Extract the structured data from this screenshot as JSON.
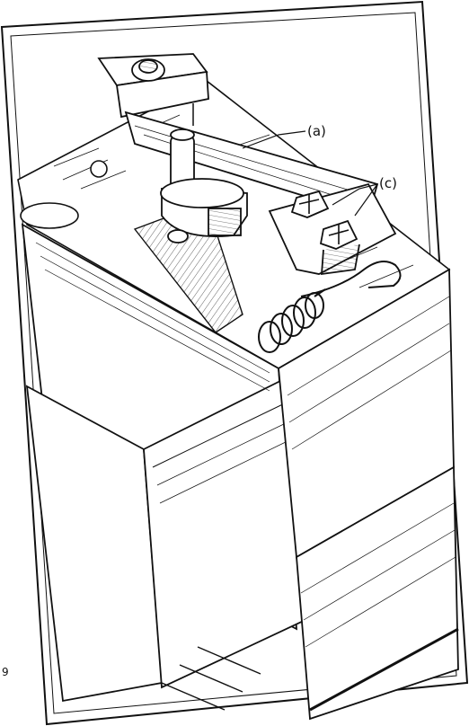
{
  "figure": {
    "callouts": {
      "a": "(a)",
      "c": "(c)"
    },
    "margin_mark": "9"
  }
}
